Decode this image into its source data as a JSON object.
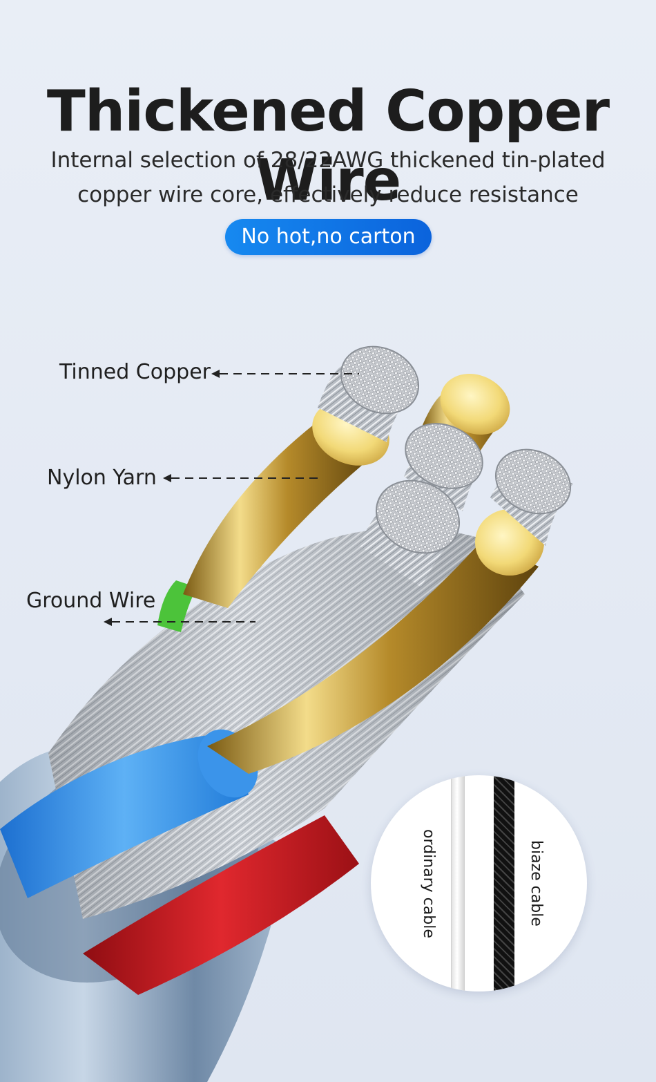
{
  "header": {
    "title": "Thickened Copper Wire",
    "subtitle_line1": "Internal selection of 28/22AWG thickened tin-plated",
    "subtitle_line2": "copper wire core, effectively reduce resistance",
    "badge": "No hot,no carton"
  },
  "callouts": {
    "tinned_copper": "Tinned Copper",
    "nylon_yarn": "Nylon Yarn",
    "ground_wire": "Ground Wire"
  },
  "comparison": {
    "ordinary": "ordinary cable",
    "biaze": "biaze cable"
  },
  "colors": {
    "accent": "#0b63dc",
    "background": "#e5ebf4",
    "gold": "#e2c05a",
    "blue_core": "#2f8fe8",
    "red_core": "#c4161c",
    "green_core": "#4cc33a"
  }
}
